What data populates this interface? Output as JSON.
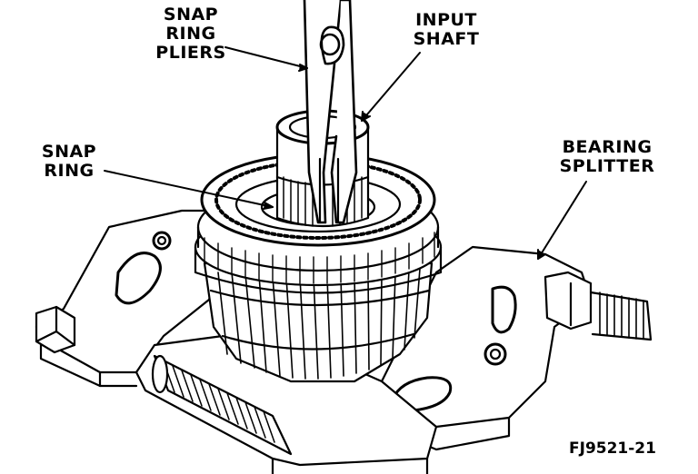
{
  "labels": {
    "pliers": [
      "SNAP",
      "RING",
      "PLIERS"
    ],
    "input_shaft": [
      "INPUT",
      "SHAFT"
    ],
    "snap_ring": [
      "SNAP",
      "RING"
    ],
    "bearing_splitter": [
      "BEARING",
      "SPLITTER"
    ]
  },
  "figure_id": "FJ9521-21",
  "colors": {
    "ink": "#000000",
    "paper": "#ffffff"
  }
}
